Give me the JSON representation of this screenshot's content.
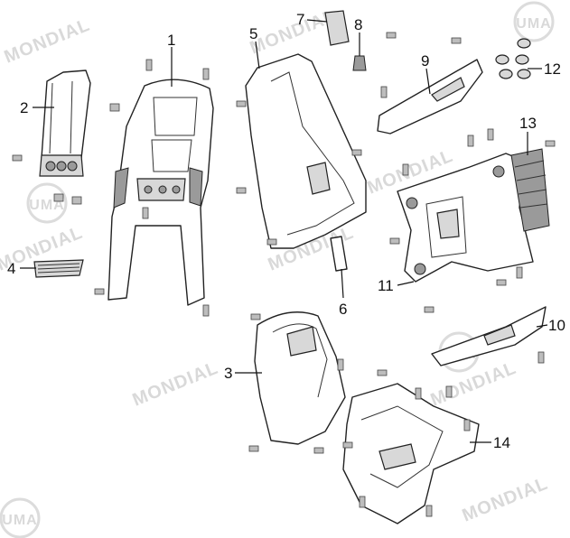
{
  "callouts": {
    "c1": "1",
    "c2": "2",
    "c3": "3",
    "c4": "4",
    "c5": "5",
    "c6": "6",
    "c7": "7",
    "c8": "8",
    "c9": "9",
    "c10": "10",
    "c11": "11",
    "c12": "12",
    "c13": "13",
    "c14": "14"
  },
  "watermarks": {
    "brand": "MONDIAL",
    "logo_text": "UMA"
  }
}
